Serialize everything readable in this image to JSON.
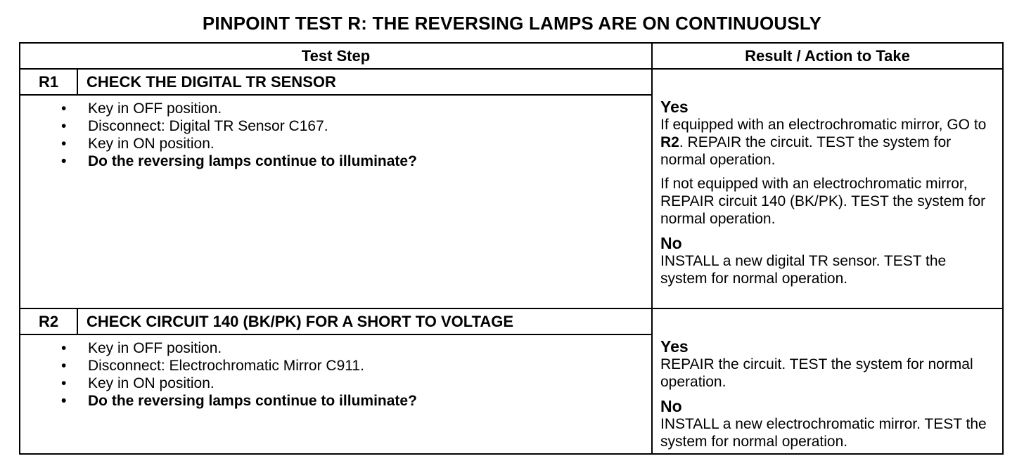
{
  "title": "PINPOINT TEST R: THE REVERSING LAMPS ARE ON CONTINUOUSLY",
  "headers": {
    "test_step": "Test Step",
    "result_action": "Result / Action to Take"
  },
  "steps": [
    {
      "id": "R1",
      "title": "CHECK THE DIGITAL TR SENSOR",
      "bullet_glyph": "•",
      "bullets": [
        "Key in OFF position.",
        "Disconnect: Digital TR Sensor C167.",
        "Key in ON position."
      ],
      "question": "Do the reversing lamps continue to illuminate?",
      "yes_label": "Yes",
      "yes_p1_a": "If equipped with an electrochromatic mirror, GO to ",
      "yes_p1_ref": "R2",
      "yes_p1_b": ". REPAIR the circuit. TEST the system for normal operation.",
      "yes_p2": "If not equipped with an electrochromatic mirror, REPAIR circuit 140 (BK/PK). TEST the system for normal operation.",
      "no_label": "No",
      "no_text": "INSTALL a new digital TR sensor. TEST the system for normal operation."
    },
    {
      "id": "R2",
      "title": "CHECK CIRCUIT 140 (BK/PK) FOR A SHORT TO VOLTAGE",
      "bullet_glyph": "•",
      "bullets": [
        "Key in OFF position.",
        "Disconnect: Electrochromatic Mirror C911.",
        "Key in ON position."
      ],
      "question": "Do the reversing lamps continue to illuminate?",
      "yes_label": "Yes",
      "yes_text": "REPAIR the circuit. TEST the system for normal operation.",
      "no_label": "No",
      "no_text": "INSTALL a new electrochromatic mirror. TEST the system for normal operation."
    }
  ]
}
